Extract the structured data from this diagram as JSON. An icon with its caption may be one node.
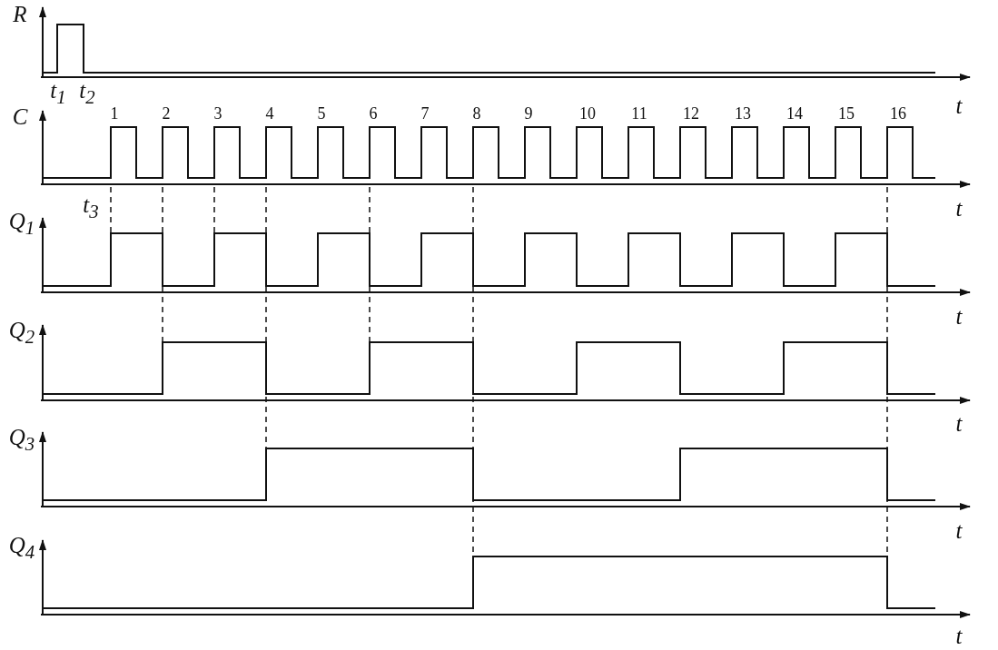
{
  "diagram": {
    "labels": [
      "R",
      "t$_{1}$",
      "t$_{2}$",
      "t",
      "C",
      "1",
      "2",
      "3",
      "4",
      "5",
      "6",
      "7",
      "8",
      "9",
      "10",
      "11",
      "12",
      "13",
      "14",
      "15",
      "16",
      "t$_{3}$",
      "t",
      "Q$_{1}$",
      "t",
      "Q$_{2}$",
      "t",
      "Q$_{3}$",
      "t",
      "Q$_{4}$",
      "t"
    ]
  }
}
